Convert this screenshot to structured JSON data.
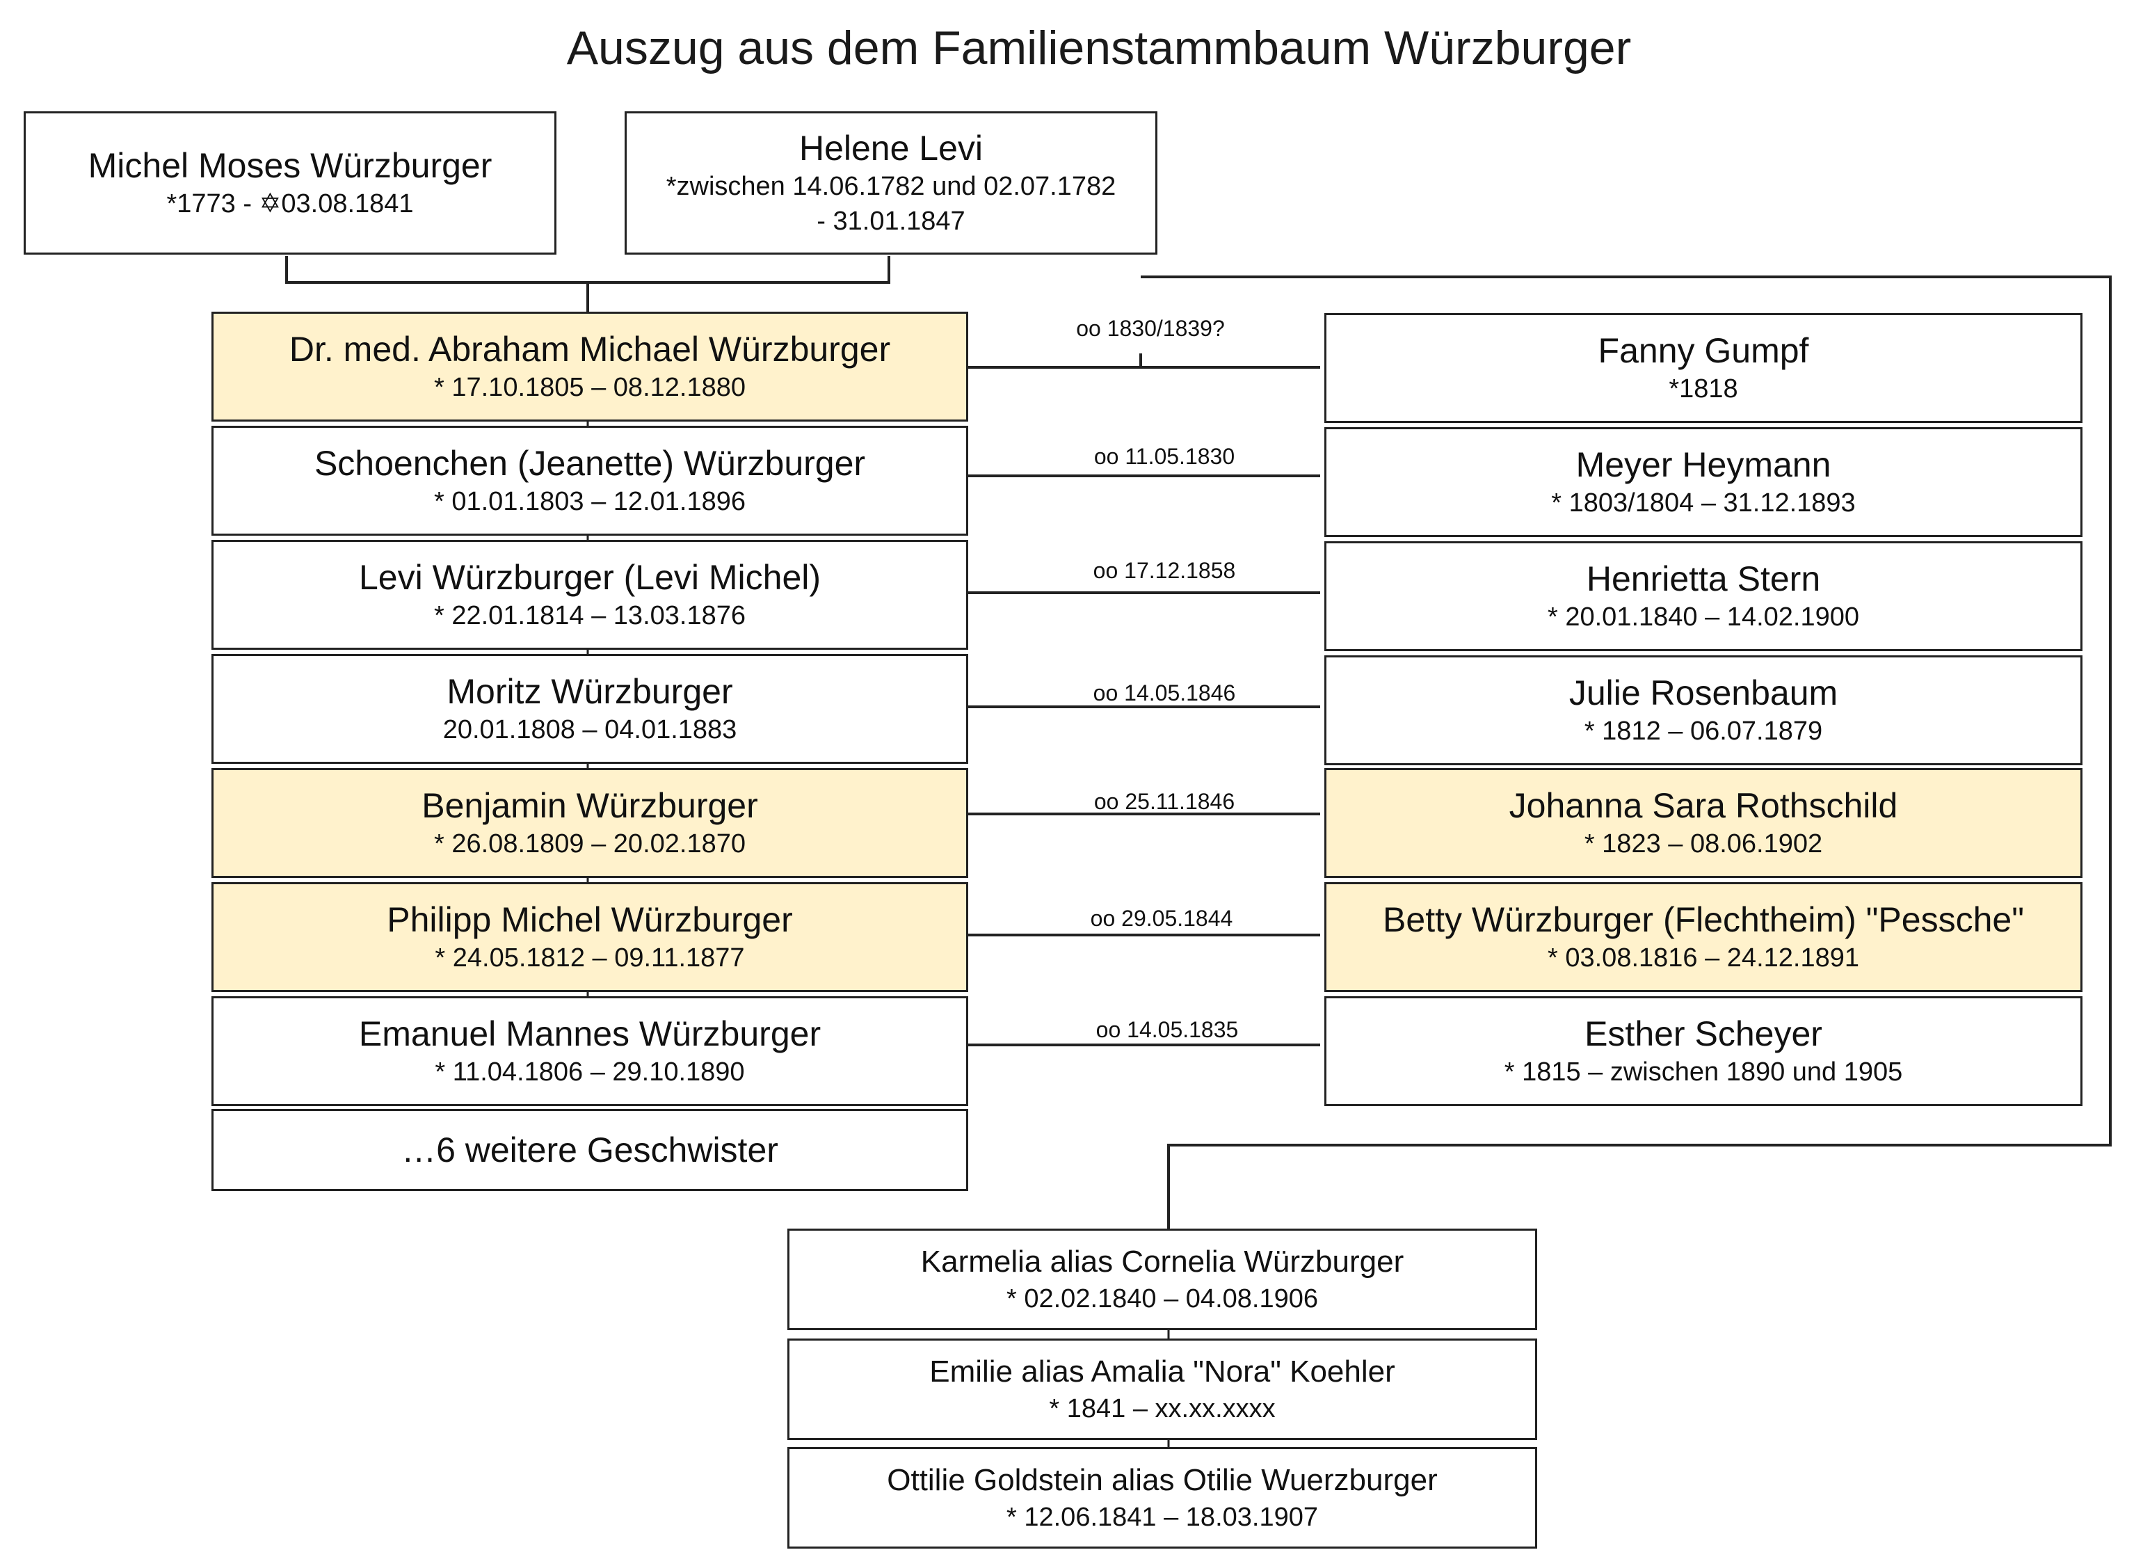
{
  "title": "Auszug aus dem Familienstammbaum Würzburger",
  "parents": [
    {
      "name": "Michel Moses Würzburger",
      "dates": "*1773 - ✡03.08.1841"
    },
    {
      "name": "Helene Levi",
      "dates": "*zwischen 14.06.1782 und 02.07.1782",
      "dates2": "- 31.01.1847"
    }
  ],
  "children": [
    {
      "name": "Dr. med. Abraham Michael Würzburger",
      "dates": "* 17.10.1805 – 08.12.1880",
      "highlight": true
    },
    {
      "name": "Schoenchen (Jeanette) Würzburger",
      "dates": "* 01.01.1803 – 12.01.1896",
      "highlight": false
    },
    {
      "name": "Levi Würzburger (Levi Michel)",
      "dates": "* 22.01.1814 – 13.03.1876",
      "highlight": false
    },
    {
      "name": "Moritz Würzburger",
      "dates": "20.01.1808 – 04.01.1883",
      "highlight": false
    },
    {
      "name": "Benjamin Würzburger",
      "dates": "* 26.08.1809 – 20.02.1870",
      "highlight": true
    },
    {
      "name": "Philipp Michel Würzburger",
      "dates": "* 24.05.1812 – 09.11.1877",
      "highlight": true
    },
    {
      "name": "Emanuel Mannes Würzburger",
      "dates": "* 11.04.1806 – 29.10.1890",
      "highlight": false
    },
    {
      "name": "…6 weitere Geschwister"
    }
  ],
  "spouses": [
    {
      "name": "Fanny Gumpf",
      "dates": "*1818",
      "highlight": false
    },
    {
      "name": "Meyer Heymann",
      "dates": "* 1803/1804 – 31.12.1893",
      "highlight": false
    },
    {
      "name": "Henrietta Stern",
      "dates": "* 20.01.1840 – 14.02.1900",
      "highlight": false
    },
    {
      "name": "Julie Rosenbaum",
      "dates": "* 1812 – 06.07.1879",
      "highlight": false
    },
    {
      "name": "Johanna Sara Rothschild",
      "dates": "* 1823 – 08.06.1902",
      "highlight": true
    },
    {
      "name": "Betty Würzburger (Flechtheim) \"Pessche\"",
      "dates": "* 03.08.1816 – 24.12.1891",
      "highlight": true
    },
    {
      "name": "Esther Scheyer",
      "dates": "* 1815 – zwischen 1890 und 1905",
      "highlight": false
    }
  ],
  "marriages": [
    "oo 1830/1839?",
    "oo 11.05.1830",
    "oo 17.12.1858",
    "oo 14.05.1846",
    "oo 25.11.1846",
    "oo 29.05.1844",
    "oo 14.05.1835"
  ],
  "grandchildren": [
    {
      "name": "Karmelia alias Cornelia Würzburger",
      "dates": "* 02.02.1840 – 04.08.1906"
    },
    {
      "name": "Emilie alias Amalia \"Nora\" Koehler",
      "dates": "* 1841 – xx.xx.xxxx"
    },
    {
      "name": "Ottilie Goldstein alias Otilie Wuerzburger",
      "dates": "* 12.06.1841 – 18.03.1907"
    }
  ],
  "colors": {
    "highlight": "#fff2cc",
    "border": "#222222"
  }
}
